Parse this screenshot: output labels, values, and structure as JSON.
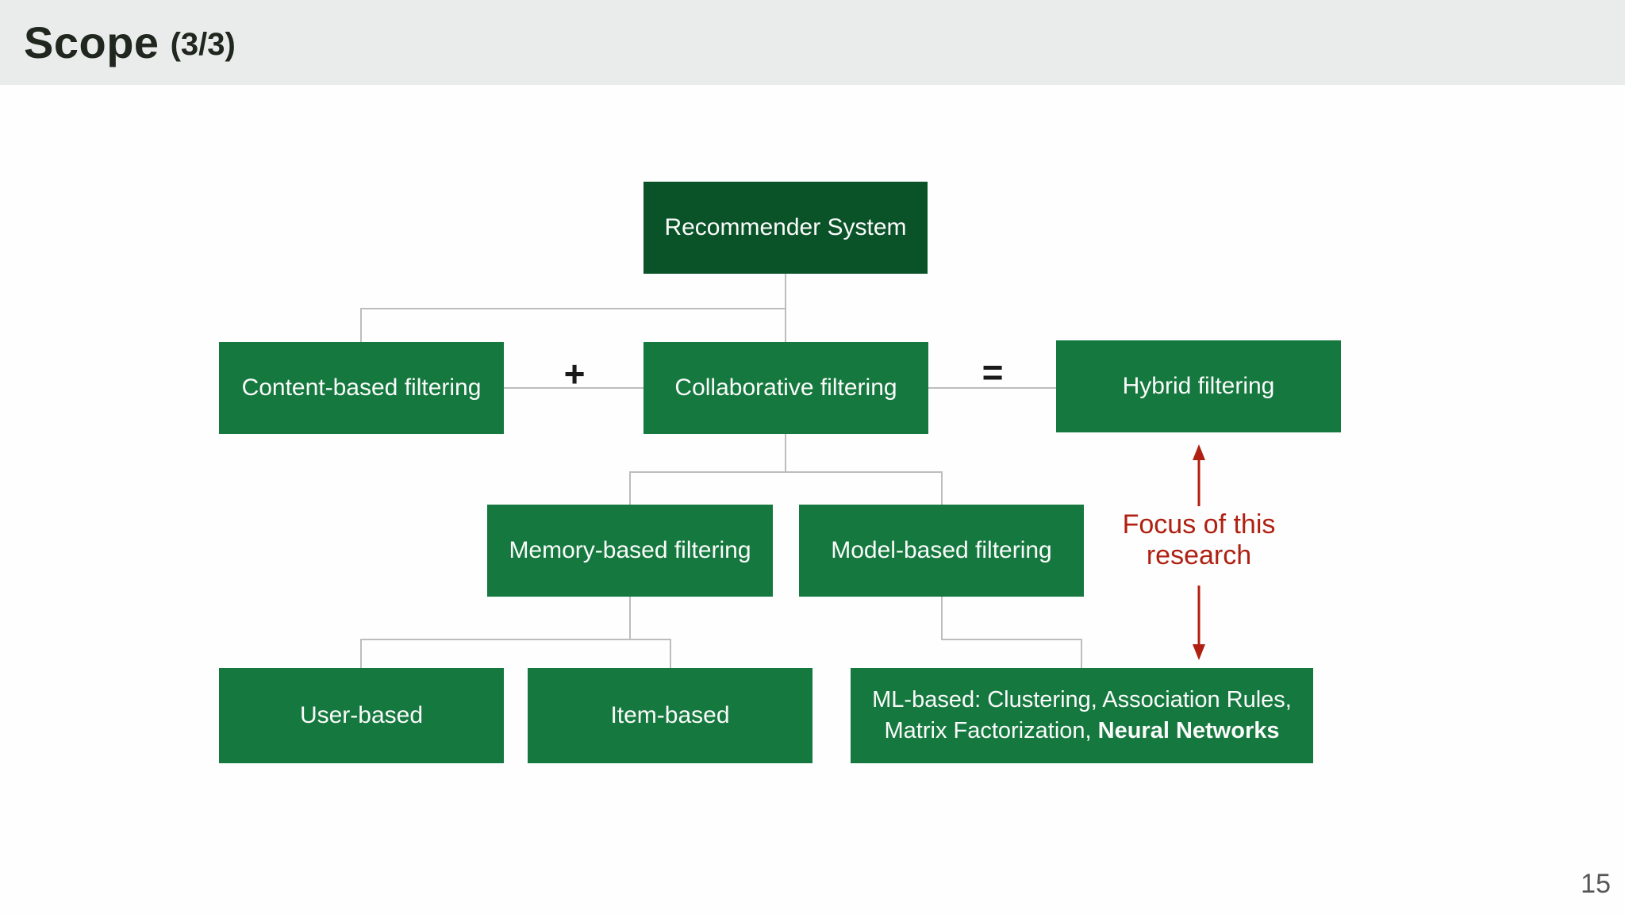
{
  "slide": {
    "title": "Scope",
    "title_suffix": "(3/3)",
    "page_number": "15"
  },
  "colors": {
    "header_bg": "#e9eceb",
    "box_dark_green": "#0a5329",
    "box_green": "#15793f",
    "connector_gray": "#bdbdbd",
    "annotation_red": "#b02012",
    "box_text": "#fbfbfb"
  },
  "diagram": {
    "nodes": {
      "recommender": {
        "label": "Recommender System"
      },
      "content": {
        "label": "Content-based filtering"
      },
      "collaborative": {
        "label": "Collaborative filtering"
      },
      "hybrid": {
        "label": "Hybrid filtering"
      },
      "memory": {
        "label": "Memory-based filtering"
      },
      "model": {
        "label": "Model-based filtering"
      },
      "user": {
        "label": "User-based"
      },
      "item": {
        "label": "Item-based"
      },
      "ml": {
        "label_regular": "ML-based: Clustering, Association Rules, Matrix Factorization, ",
        "label_bold": "Neural Networks"
      }
    },
    "operators": {
      "plus": "+",
      "equals": "="
    },
    "annotation": {
      "line1": "Focus of this",
      "line2": "research"
    }
  }
}
